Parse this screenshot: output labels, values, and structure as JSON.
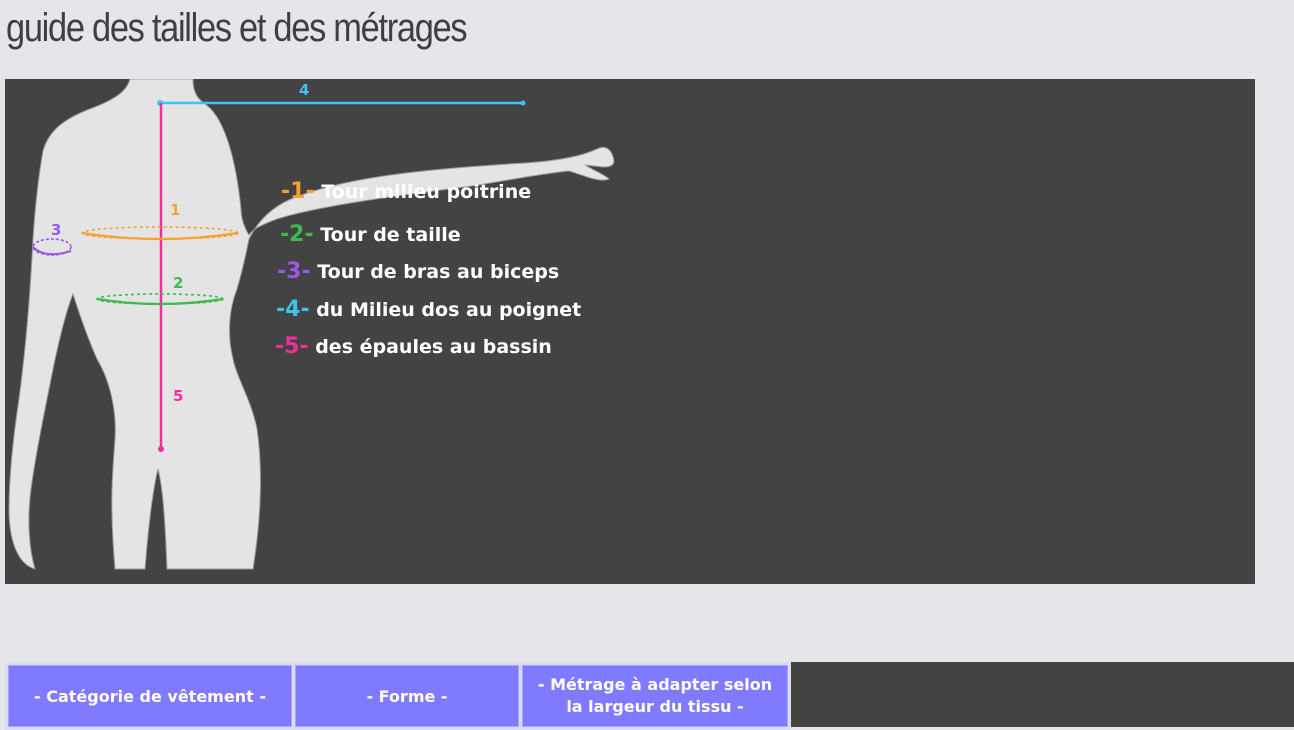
{
  "page": {
    "title": "guide des tailles et des métrages"
  },
  "figure": {
    "labels": {
      "m1": "1",
      "m2": "2",
      "m3": "3",
      "m4": "4",
      "m5": "5"
    },
    "legend": [
      {
        "num": "-1-",
        "text": "Tour milieu poitrine",
        "color": "#f5a131"
      },
      {
        "num": "-2-",
        "text": " Tour de taille",
        "color": "#3dbb4f"
      },
      {
        "num": "-3-",
        "text": "Tour de bras au biceps",
        "color": "#9a58e6"
      },
      {
        "num": "-4-",
        "text": "du Milieu dos au poignet",
        "color": "#3ec2f0"
      },
      {
        "num": "-5-",
        "text": "des épaules au bassin",
        "color": "#ef2e9c"
      }
    ],
    "colors": {
      "panel_bg": "#434343",
      "body_fill": "#e4e4e4",
      "chest": "#f5a131",
      "waist": "#3dbb4f",
      "biceps": "#9a58e6",
      "arm": "#3ec2f0",
      "torso": "#ef2e9c"
    }
  },
  "table": {
    "headers": {
      "categorie": "- Catégorie de vêtement -",
      "forme": "- Forme -",
      "metrage_line1": "- Métrage à adapter selon",
      "metrage_line2": "la largeur du tissu -"
    },
    "colors": {
      "header_bg": "#7f7aff",
      "header_text": "#ffffff"
    }
  }
}
